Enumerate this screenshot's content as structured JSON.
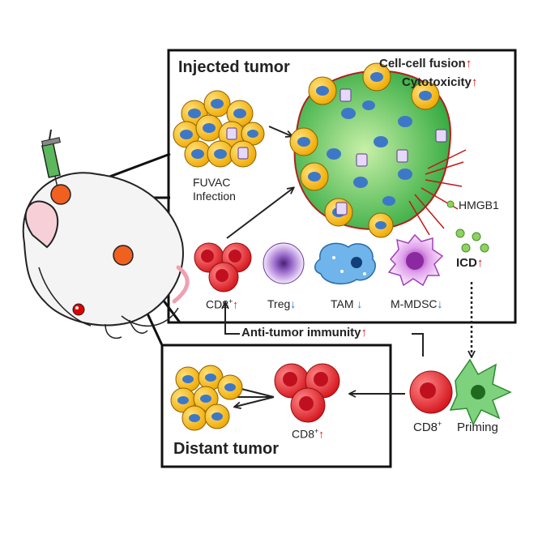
{
  "panels": {
    "injected_title": "Injected tumor",
    "distant_title": "Distant tumor"
  },
  "effects": {
    "fusion": "Cell-cell fusion",
    "cytotoxicity": "Cytotoxicity"
  },
  "labels": {
    "fuvac": "FUVAC",
    "infection": "Infection",
    "hmgb1": "HMGB1",
    "icd": "ICD",
    "cd8": "CD8",
    "cd8_sup": "+",
    "treg": "Treg",
    "tam": "TAM",
    "mdsc": "M-MDSC",
    "immunity": "Anti-tumor immunity",
    "priming": "Priming"
  },
  "arrows": {
    "up": "↑",
    "down": "↓"
  },
  "colors": {
    "tumor_cell": "#f5b800",
    "nucleus": "#3d78c8",
    "fused_mass": "#3cb043",
    "cd8_cell": "#e8282e",
    "treg_cell": "#9b5fc8",
    "tam_cell": "#5fa8e0",
    "mdsc_cell": "#d07be0",
    "dendritic_cell": "#5cc45c",
    "hmgb1": "#8fd25f",
    "up_arrow": "#e01010",
    "down_arrow": "#1a6fd0"
  }
}
